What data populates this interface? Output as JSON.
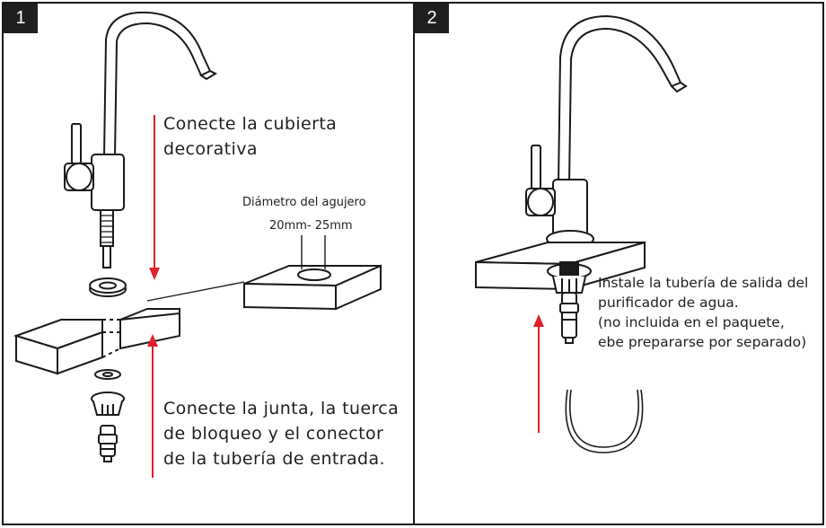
{
  "panel1": {
    "number": "1",
    "caption_top": [
      "Conecte la cubierta",
      "decorativa"
    ],
    "hole_label": "Diámetro del agujero",
    "hole_size": "20mm- 25mm",
    "caption_bottom": [
      "Conecte la junta, la tuerca",
      "de bloqueo y el conector",
      "de la tubería de entrada."
    ]
  },
  "panel2": {
    "number": "2",
    "caption": [
      "Instale la tubería de salida del",
      "purificador de agua.",
      "(no incluida en el paquete,",
      "ebe prepararse por separado)"
    ]
  },
  "colors": {
    "arrow": "#e0202a",
    "line": "#1a1a1a",
    "badge": "#1f1f1f"
  },
  "icons": [
    "faucet-icon",
    "arrow-down-icon",
    "arrow-up-icon",
    "washer-icon",
    "nut-icon",
    "connector-icon",
    "countertop-icon",
    "hose-icon"
  ]
}
